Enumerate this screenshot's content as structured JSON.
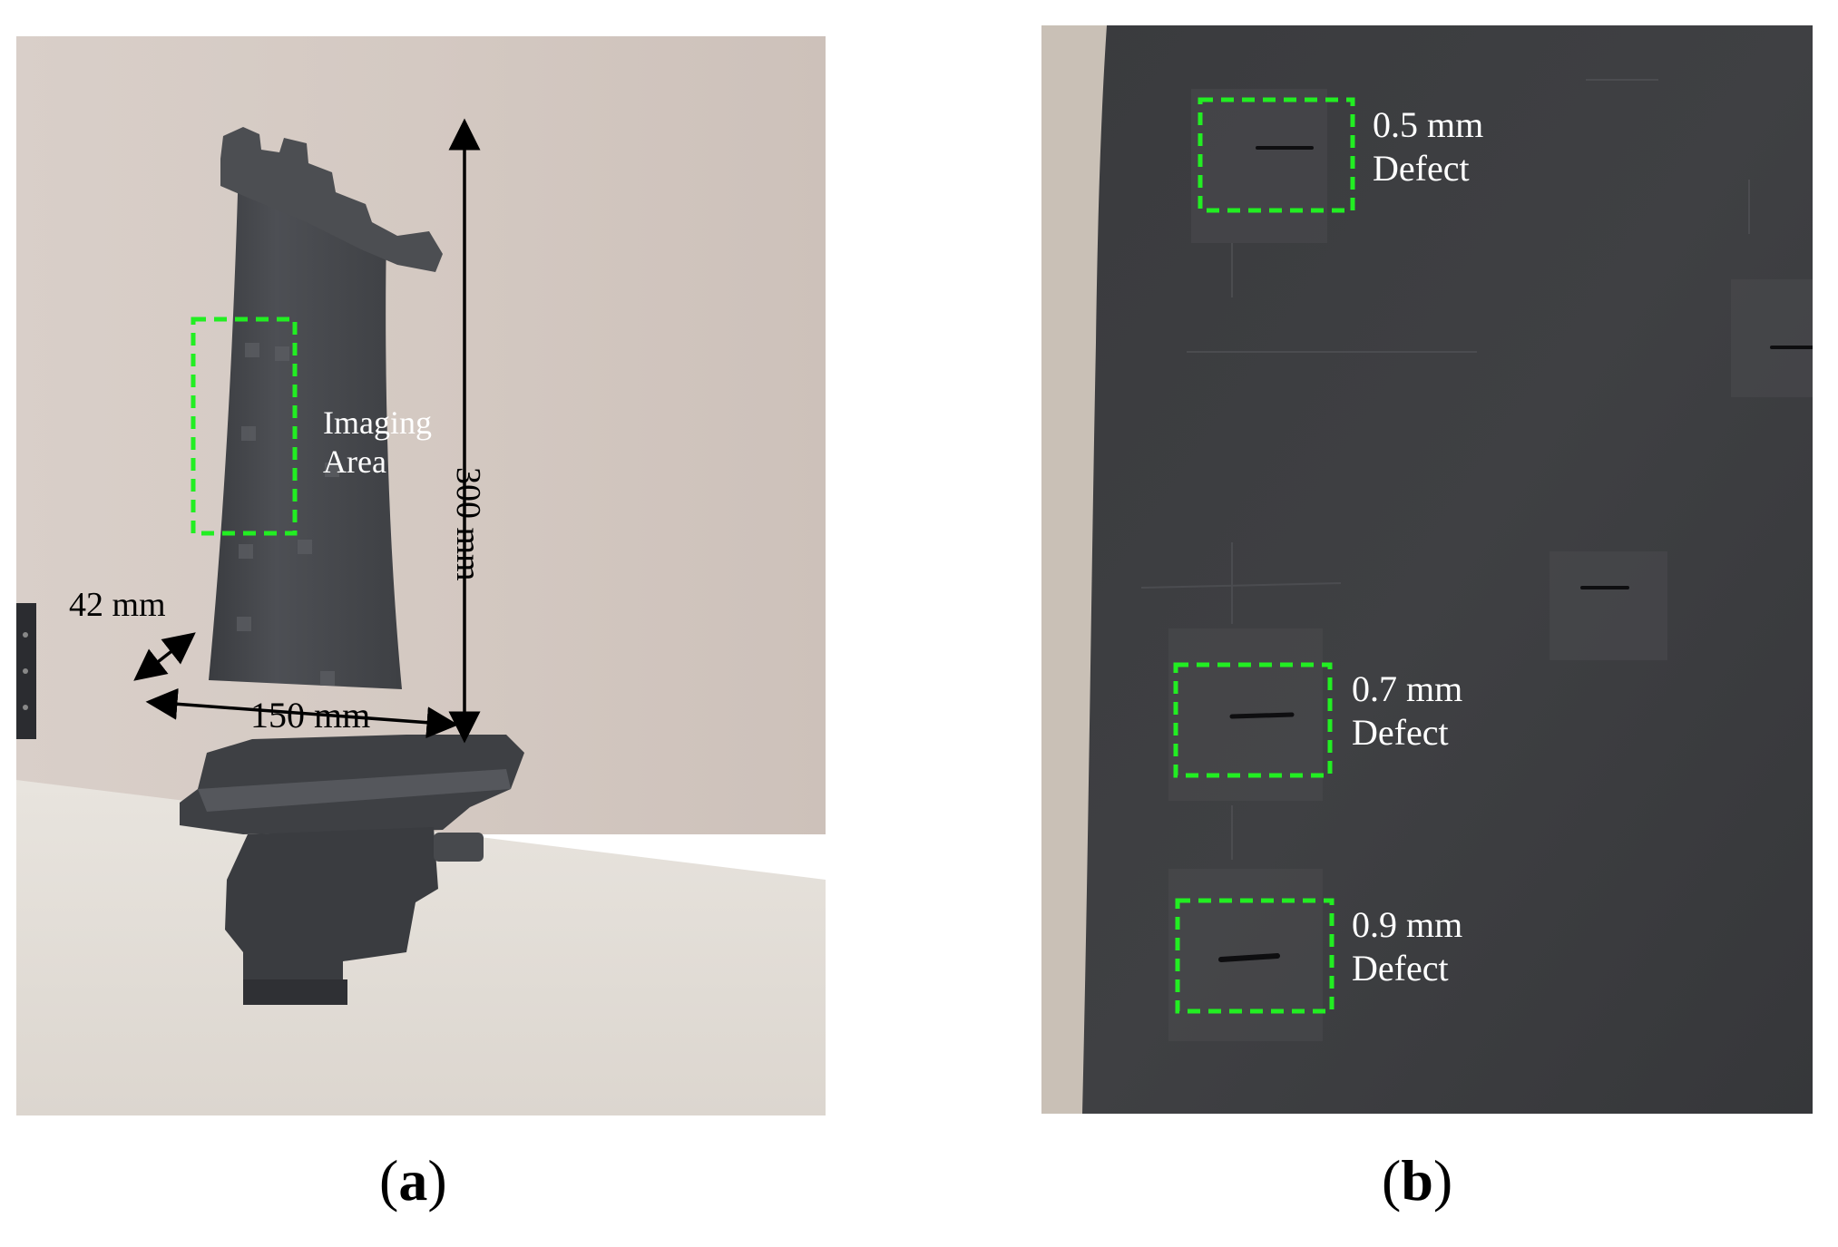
{
  "panel_a": {
    "caption_letter": "a",
    "imaging_area_line1": "Imaging",
    "imaging_area_line2": "Area",
    "height_label": "300 mm",
    "depth_label": "42 mm",
    "width_label": "150 mm"
  },
  "panel_b": {
    "caption_letter": "b",
    "defects": [
      {
        "line1": "0.5 mm",
        "line2": "Defect"
      },
      {
        "line1": "0.7 mm",
        "line2": "Defect"
      },
      {
        "line1": "0.9 mm",
        "line2": "Defect"
      }
    ]
  },
  "colors": {
    "highlight_box": "#22ee22",
    "wall": "#d8cec8",
    "floor": "#e6e2dc",
    "blade": "#46484c",
    "surface": "#3c3d40"
  }
}
